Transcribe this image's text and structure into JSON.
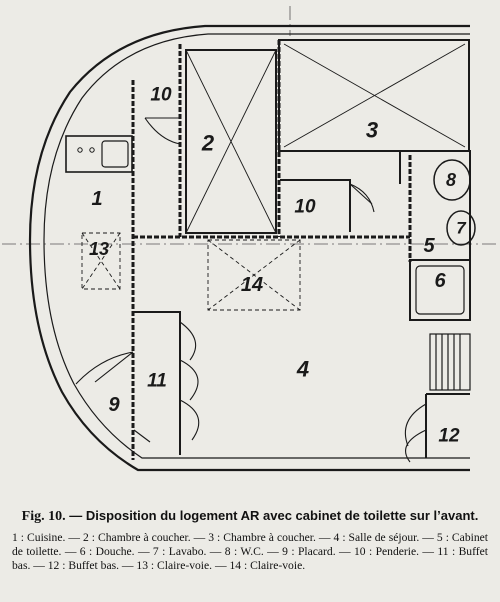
{
  "figure": {
    "label": "Fig. 10.",
    "title": "— Disposition du logement AR avec cabinet de toilette sur l’avant.",
    "legend": "1 : Cuisine. — 2 : Chambre à coucher. — 3 : Chambre à coucher. — 4 : Salle de séjour. — 5 : Cabinet de toilette. — 6 : Douche. — 7 : Lavabo. — 8 : W.C. — 9 : Placard. — 10 : Penderie. — 11 : Buffet bas. — 12 : Buffet bas. — 13 : Claire-voie. — 14 : Claire-voie."
  },
  "rooms": {
    "r1": "1",
    "r2": "2",
    "r3": "3",
    "r4": "4",
    "r5": "5",
    "r6": "6",
    "r7": "7",
    "r8": "8",
    "r9": "9",
    "r10a": "10",
    "r10b": "10",
    "r11": "11",
    "r12": "12",
    "r13": "13",
    "r14": "14"
  },
  "colors": {
    "ink": "#1a1a1a",
    "paper": "#ecebe6"
  }
}
